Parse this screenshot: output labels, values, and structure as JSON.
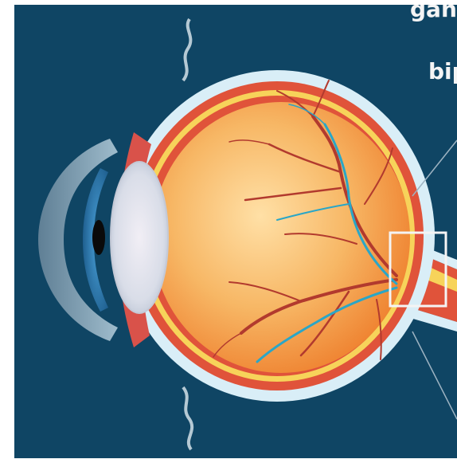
{
  "labels": {
    "top": "gan",
    "second": "bip"
  },
  "colors": {
    "background": "#0f4564",
    "sclera": "#d9eef7",
    "choroid": "#e0533a",
    "retina_yellow": "#f7d35a",
    "vitreous_center": "#ffd8a0",
    "vitreous_edge": "#f08a34",
    "vessel_red": "#b23a2e",
    "vessel_blue": "#2aa6c7",
    "iris": "#2d7fb7",
    "cornea": "#7f9fb5",
    "lens": "#e9e7f2",
    "callout": "#f4f4f4"
  },
  "icons": {
    "eye": "eye-cross-section",
    "optic_nerve": "optic-nerve",
    "callout_box": "rectangle-callout"
  }
}
